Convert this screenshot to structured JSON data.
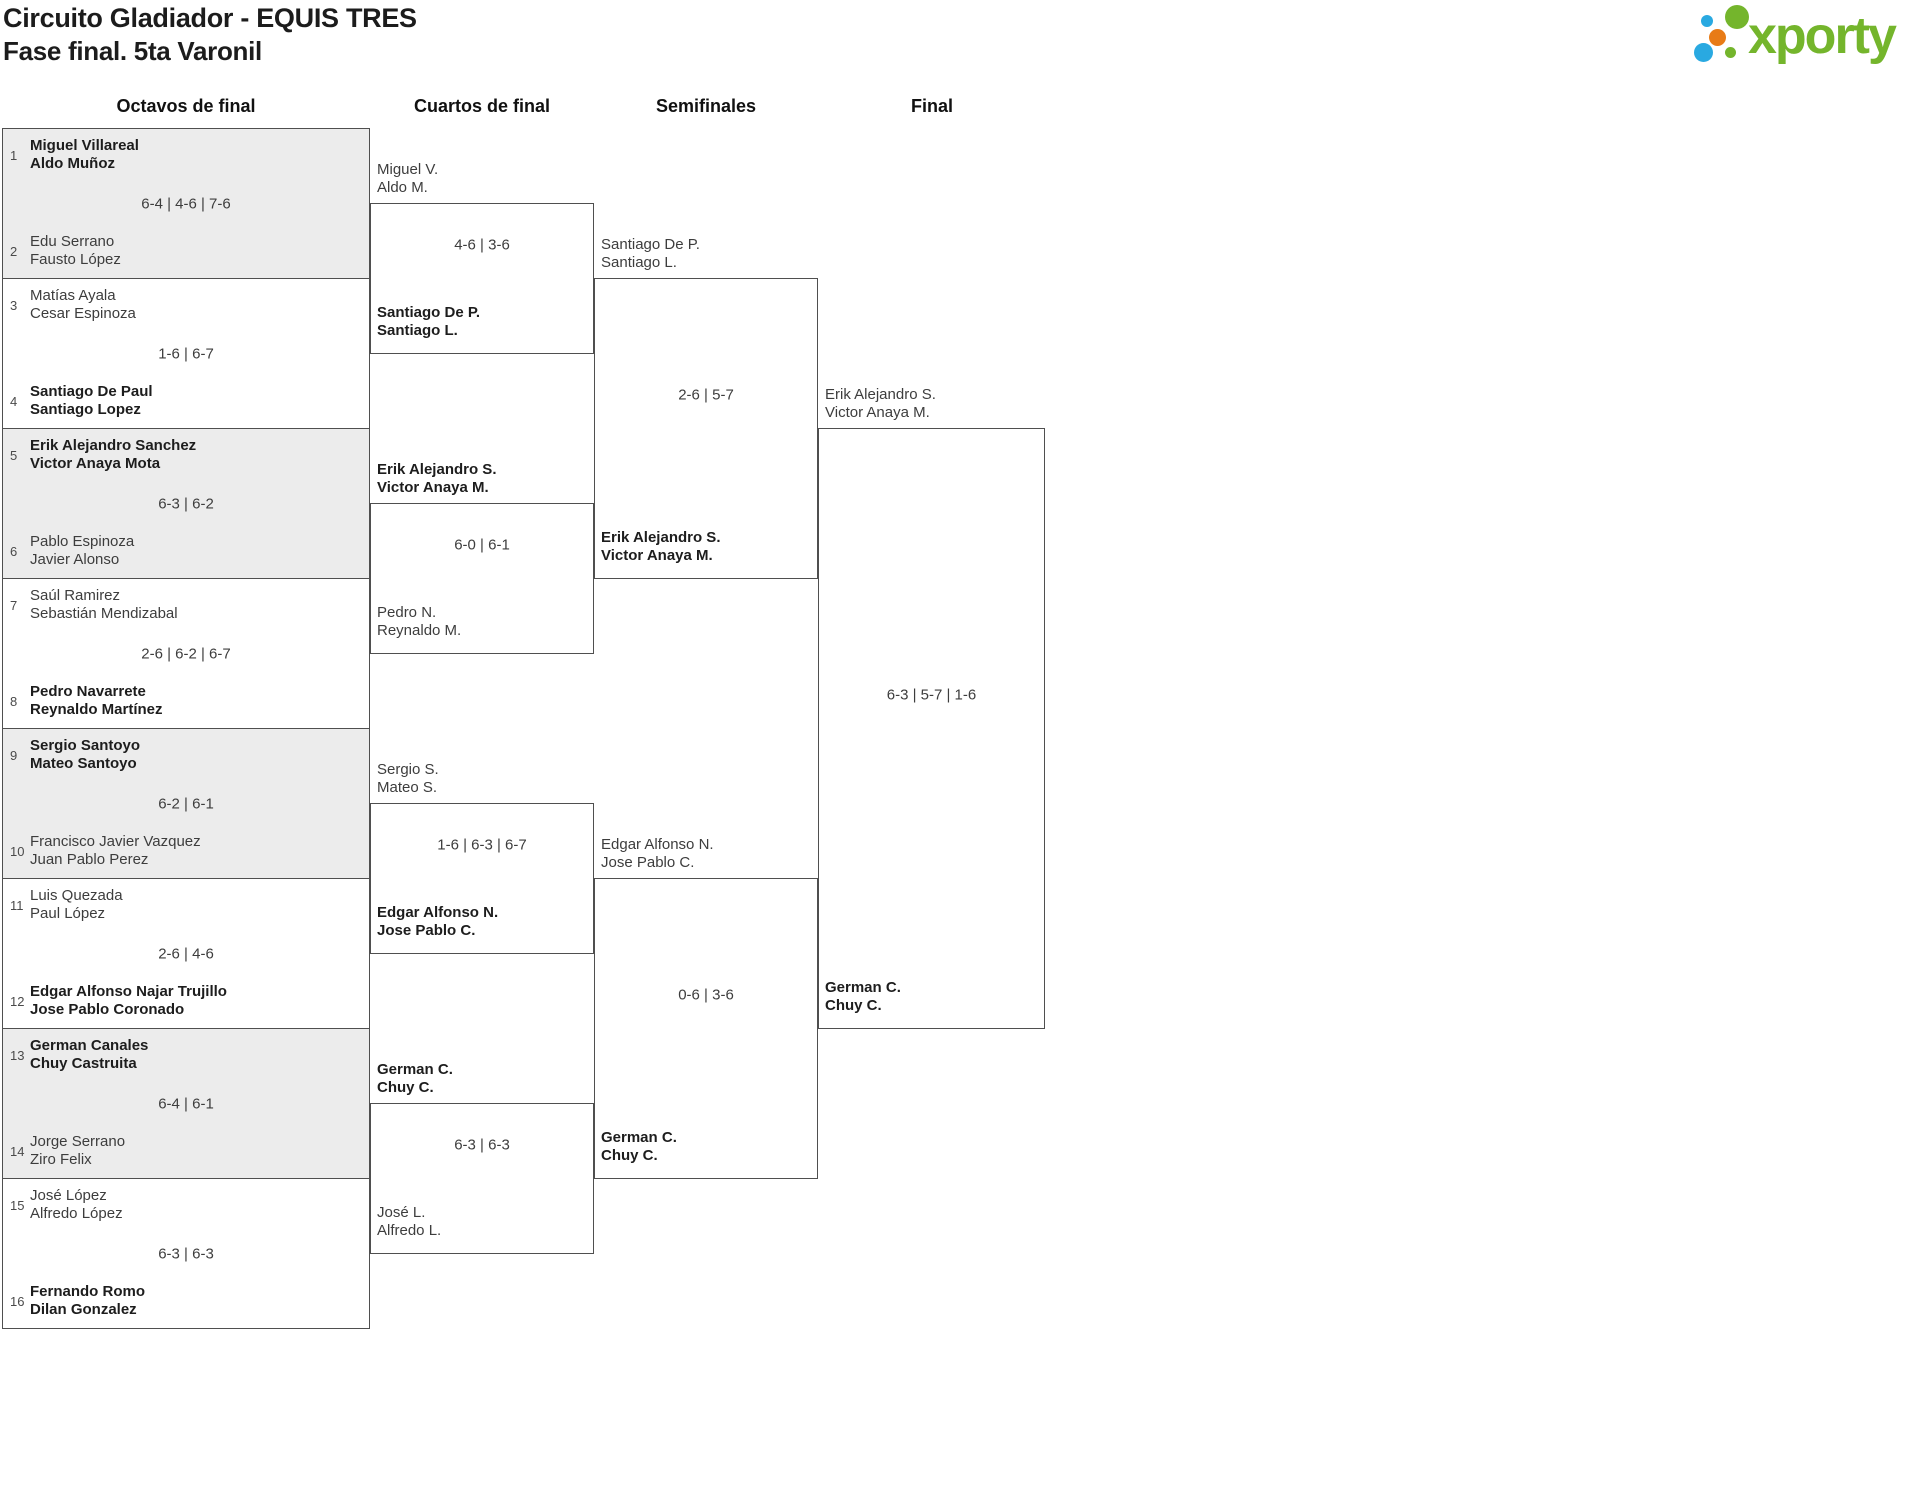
{
  "title": "Circuito Gladiador - EQUIS TRES",
  "subtitle": "Fase final. 5ta Varonil",
  "logo": {
    "text": "xporty",
    "colors": {
      "green": "#74b52c",
      "blue": "#29a9e1",
      "orange": "#e87b16"
    }
  },
  "columns": [
    "Octavos de final",
    "Cuartos de final",
    "Semifinales",
    "Final"
  ],
  "rounds": [
    {
      "name": "octavos",
      "matches": [
        {
          "seeds": [
            "1",
            "2"
          ],
          "teams": [
            [
              "Miguel Villareal",
              "Aldo Muñoz"
            ],
            [
              "Edu Serrano",
              "Fausto López"
            ]
          ],
          "winner": 0,
          "score": "6-4 | 4-6 | 7-6"
        },
        {
          "seeds": [
            "3",
            "4"
          ],
          "teams": [
            [
              "Matías Ayala",
              "Cesar Espinoza"
            ],
            [
              "Santiago De Paul",
              "Santiago Lopez"
            ]
          ],
          "winner": 1,
          "score": "1-6 | 6-7"
        },
        {
          "seeds": [
            "5",
            "6"
          ],
          "teams": [
            [
              "Erik Alejandro Sanchez",
              "Victor Anaya Mota"
            ],
            [
              "Pablo Espinoza",
              "Javier Alonso"
            ]
          ],
          "winner": 0,
          "score": "6-3 | 6-2"
        },
        {
          "seeds": [
            "7",
            "8"
          ],
          "teams": [
            [
              "Saúl Ramirez",
              "Sebastián Mendizabal"
            ],
            [
              "Pedro Navarrete",
              "Reynaldo Martínez"
            ]
          ],
          "winner": 1,
          "score": "2-6 | 6-2 | 6-7"
        },
        {
          "seeds": [
            "9",
            "10"
          ],
          "teams": [
            [
              "Sergio Santoyo",
              "Mateo Santoyo"
            ],
            [
              "Francisco Javier Vazquez",
              "Juan Pablo Perez"
            ]
          ],
          "winner": 0,
          "score": "6-2 | 6-1"
        },
        {
          "seeds": [
            "11",
            "12"
          ],
          "teams": [
            [
              "Luis Quezada",
              "Paul López"
            ],
            [
              "Edgar Alfonso Najar Trujillo",
              "Jose Pablo Coronado"
            ]
          ],
          "winner": 1,
          "score": "2-6 | 4-6"
        },
        {
          "seeds": [
            "13",
            "14"
          ],
          "teams": [
            [
              "German Canales",
              "Chuy Castruita"
            ],
            [
              "Jorge Serrano",
              "Ziro Felix"
            ]
          ],
          "winner": 0,
          "score": "6-4 | 6-1"
        },
        {
          "seeds": [
            "15",
            "16"
          ],
          "teams": [
            [
              "José López",
              "Alfredo López"
            ],
            [
              "Fernando Romo",
              "Dilan Gonzalez"
            ]
          ],
          "winner": 1,
          "score": "6-3 | 6-3"
        }
      ]
    },
    {
      "name": "cuartos",
      "matches": [
        {
          "teams": [
            [
              "Miguel V.",
              "Aldo M."
            ],
            [
              "Santiago De P.",
              "Santiago L."
            ]
          ],
          "winner": 1,
          "score": "4-6 | 3-6"
        },
        {
          "teams": [
            [
              "Erik Alejandro S.",
              "Victor Anaya M."
            ],
            [
              "Pedro N.",
              "Reynaldo M."
            ]
          ],
          "winner": 0,
          "score": "6-0 | 6-1"
        },
        {
          "teams": [
            [
              "Sergio S.",
              "Mateo S."
            ],
            [
              "Edgar Alfonso N.",
              "Jose Pablo C."
            ]
          ],
          "winner": 1,
          "score": "1-6 | 6-3 | 6-7"
        },
        {
          "teams": [
            [
              "German C.",
              "Chuy C."
            ],
            [
              "José L.",
              "Alfredo L."
            ]
          ],
          "winner": 0,
          "score": "6-3 | 6-3"
        }
      ]
    },
    {
      "name": "semifinales",
      "matches": [
        {
          "teams": [
            [
              "Santiago De P.",
              "Santiago L."
            ],
            [
              "Erik Alejandro S.",
              "Victor Anaya M."
            ]
          ],
          "winner": 1,
          "score": "2-6 | 5-7"
        },
        {
          "teams": [
            [
              "Edgar Alfonso N.",
              "Jose Pablo C."
            ],
            [
              "German C.",
              "Chuy C."
            ]
          ],
          "winner": 1,
          "score": "0-6 | 3-6"
        }
      ]
    },
    {
      "name": "final",
      "matches": [
        {
          "teams": [
            [
              "Erik Alejandro S.",
              "Victor Anaya M."
            ],
            [
              "German C.",
              "Chuy C."
            ]
          ],
          "winner": 1,
          "score": "6-3 | 5-7 | 1-6"
        }
      ]
    }
  ]
}
